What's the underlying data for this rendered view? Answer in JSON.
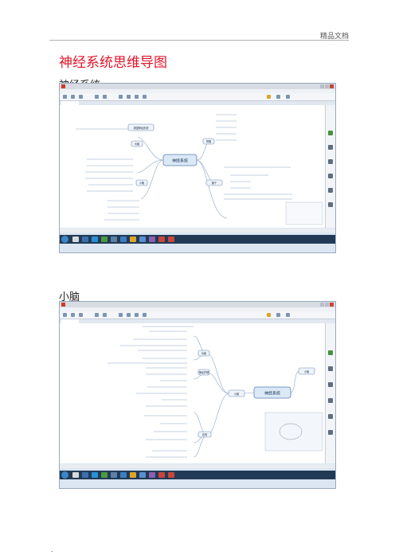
{
  "page": {
    "header_text": "精品文档",
    "doc_title": "神经系统思维导图",
    "footer_mark": "."
  },
  "sections": [
    {
      "heading": "神经系统",
      "center_label": "神经系统",
      "main_nodes": [
        "周围神经系统",
        "大脑",
        "小脑",
        "脊髓",
        "脑干"
      ]
    },
    {
      "heading": "小脑",
      "center_label": "神经系统",
      "main_nodes": [
        "小脑",
        "小脑",
        "功能",
        "神经护理",
        "应用"
      ]
    }
  ],
  "icons": {
    "app": "mindmap-app-icon",
    "side": [
      "pen-icon",
      "flag-icon",
      "image-icon",
      "link-icon",
      "comment-icon",
      "task-icon"
    ]
  },
  "colors": {
    "title_red": "#e0142b",
    "center_fill": "#dbe8f6",
    "taskbar": "#223a55"
  }
}
